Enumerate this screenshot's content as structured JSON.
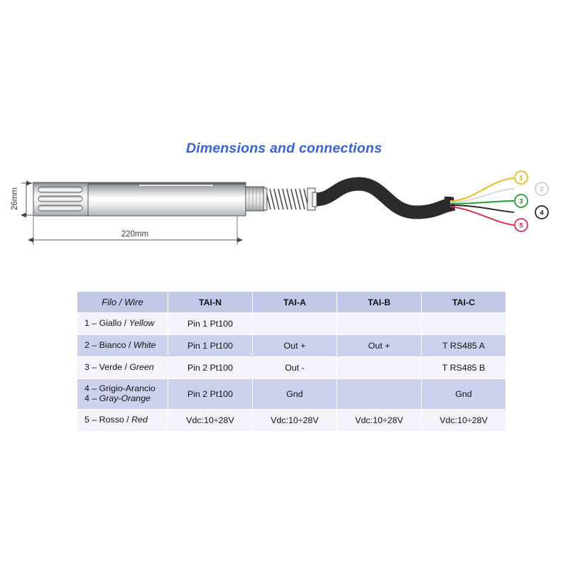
{
  "title": "Dimensions and connections",
  "diagram": {
    "name": "probe-dimensions-diagram",
    "dimensions": {
      "length_label": "220mm",
      "diameter_label": "26mm"
    },
    "wires": [
      {
        "number": "1",
        "color": "#e3bd24",
        "name": "yellow-wire"
      },
      {
        "number": "2",
        "color": "#d8d8d8",
        "name": "white-wire"
      },
      {
        "number": "3",
        "color": "#1f9e3a",
        "name": "green-wire"
      },
      {
        "number": "4",
        "color": "#2b2b2b",
        "name": "black-wire"
      },
      {
        "number": "5",
        "color": "#d8304a",
        "name": "red-wire"
      }
    ],
    "cable_color": "#2b2b2b",
    "body_colors": {
      "metal_dark": "#6f7275",
      "metal_light": "#ffffff",
      "outline": "#4a4a4a"
    }
  },
  "table": {
    "headers": [
      "Filo / Wire",
      "TAI-N",
      "TAI-A",
      "TAI-B",
      "TAI-C"
    ],
    "rows": [
      {
        "wire_it": "1 – Giallo / ",
        "wire_en": "Yellow",
        "wire_it_2": "",
        "wire_en_2": "",
        "cells": [
          "Pin 1 Pt100",
          "",
          "",
          ""
        ]
      },
      {
        "wire_it": "2 – Bianco / ",
        "wire_en": "White",
        "wire_it_2": "",
        "wire_en_2": "",
        "cells": [
          "Pin 1 Pt100",
          "Out +",
          "Out +",
          "T RS485 A"
        ]
      },
      {
        "wire_it": "3 – Verde / ",
        "wire_en": "Green",
        "wire_it_2": "",
        "wire_en_2": "",
        "cells": [
          "Pin 2 Pt100",
          "Out -",
          "",
          "T RS485 B"
        ]
      },
      {
        "wire_it": "4 – Grigio-Arancio",
        "wire_en": "",
        "wire_it_2": "4 – ",
        "wire_en_2": "Gray-Orange",
        "cells": [
          "Pin 2 Pt100",
          "Gnd",
          "",
          "Gnd"
        ]
      },
      {
        "wire_it": "5 – Rosso / ",
        "wire_en": "Red",
        "wire_it_2": "",
        "wire_en_2": "",
        "cells": [
          "Vdc:10÷28V",
          "Vdc:10÷28V",
          "Vdc:10÷28V",
          "Vdc:10÷28V"
        ]
      }
    ],
    "colors": {
      "header_bg": "#c3c8e9",
      "row_odd_bg": "#f3f4fb",
      "row_even_bg": "#ccd1ee"
    }
  }
}
